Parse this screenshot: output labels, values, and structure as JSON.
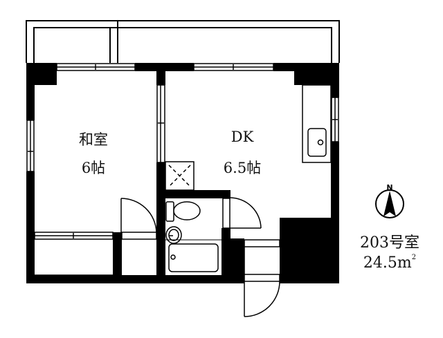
{
  "floorplan": {
    "unit_number": "203号室",
    "area": "24.5m",
    "area_unit_superscript": "2",
    "compass": {
      "label": "N",
      "icon": "north-arrow-icon"
    },
    "rooms": [
      {
        "id": "washitsu",
        "name": "和室",
        "size": "6帖"
      },
      {
        "id": "dk",
        "name": "DK",
        "size": "6.5帖"
      }
    ],
    "fixtures": [
      "balcony",
      "kitchen-sink",
      "toilet",
      "wash-basin",
      "bathtub",
      "washing-machine-space",
      "closet",
      "entrance"
    ],
    "colors": {
      "wall": "#000000",
      "background": "#ffffff",
      "text": "#111111"
    }
  }
}
